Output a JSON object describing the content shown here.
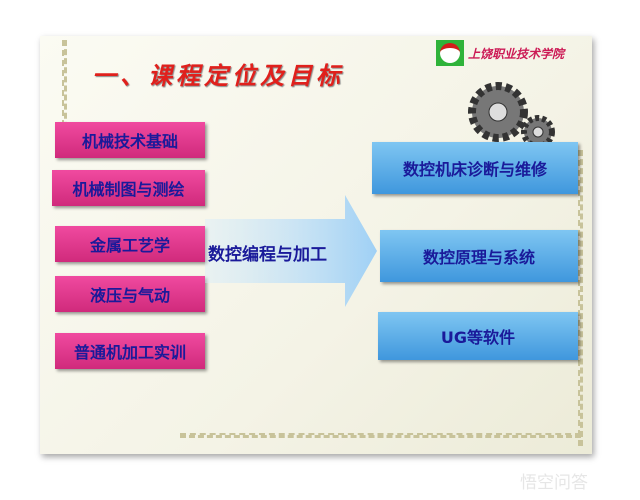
{
  "title": "一、课程定位及目标",
  "logo": {
    "text": "上饶职业技术学院"
  },
  "left_items": [
    "机械技术基础",
    "机械制图与测绘",
    "金属工艺学",
    "液压与气动",
    "普通机加工实训"
  ],
  "center": "数控编程与加工",
  "right_items": [
    "数控机床诊断与维修",
    "数控原理与系统",
    "UG等软件"
  ],
  "watermark": "悟空问答"
}
